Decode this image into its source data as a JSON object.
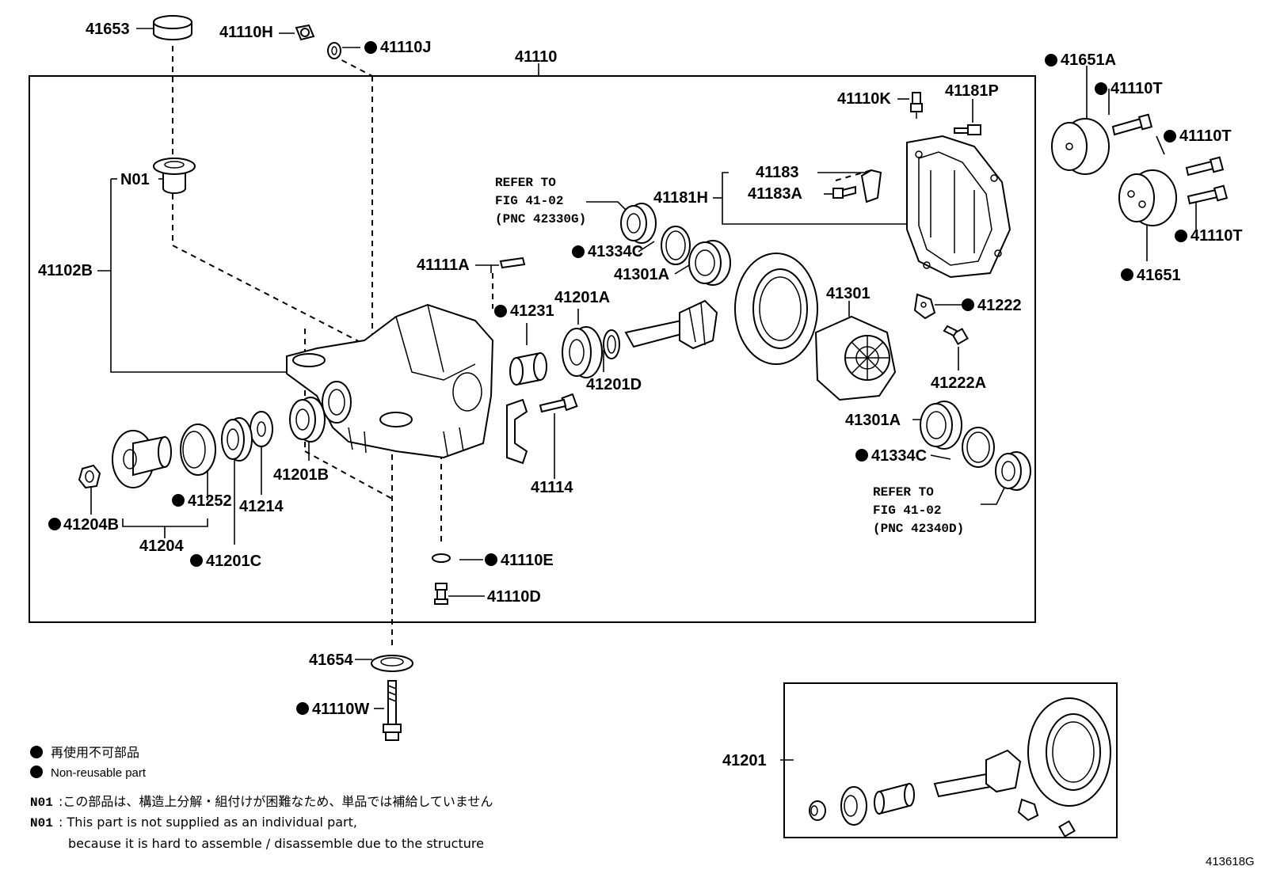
{
  "parts": {
    "p41653": "41653",
    "p41110H": "41110H",
    "p41110J": "41110J",
    "p41110": "41110",
    "p41651A": "41651A",
    "p41110T_1": "41110T",
    "p41110T_2": "41110T",
    "p41110T_3": "41110T",
    "p41651": "41651",
    "p41110K": "41110K",
    "p41181P": "41181P",
    "p41183": "41183",
    "p41183A": "41183A",
    "p41181H": "41181H",
    "pN01": "N01",
    "p41102B": "41102B",
    "p41334C_top": "41334C",
    "p41301A_top": "41301A",
    "p41111A": "41111A",
    "p41231": "41231",
    "p41201A": "41201A",
    "p41201D": "41201D",
    "p41301": "41301",
    "p41222": "41222",
    "p41222A": "41222A",
    "p41301A_bot": "41301A",
    "p41334C_bot": "41334C",
    "p41114": "41114",
    "p41201B": "41201B",
    "p41214": "41214",
    "p41252": "41252",
    "p41204B": "41204B",
    "p41204": "41204",
    "p41201C": "41201C",
    "p41110E": "41110E",
    "p41110D": "41110D",
    "p41654": "41654",
    "p41110W": "41110W",
    "p41201": "41201"
  },
  "refs": {
    "top": [
      "REFER TO",
      "FIG 41-02",
      "(PNC 42330G)"
    ],
    "bottom": [
      "REFER TO",
      "FIG 41-02",
      "(PNC 42340D)"
    ]
  },
  "notes": {
    "legend_jp": "再使用不可部品",
    "legend_en": "Non-reusable part",
    "n01_tag": "N01",
    "n01_jp": ":この部品は、構造上分解・組付けが困難なため、単品では補給していません",
    "n01_en_1": ": This part is not supplied as an individual part,",
    "n01_en_2": "because it is hard to assemble / disassemble due to the structure"
  },
  "figure_code": "413618G"
}
